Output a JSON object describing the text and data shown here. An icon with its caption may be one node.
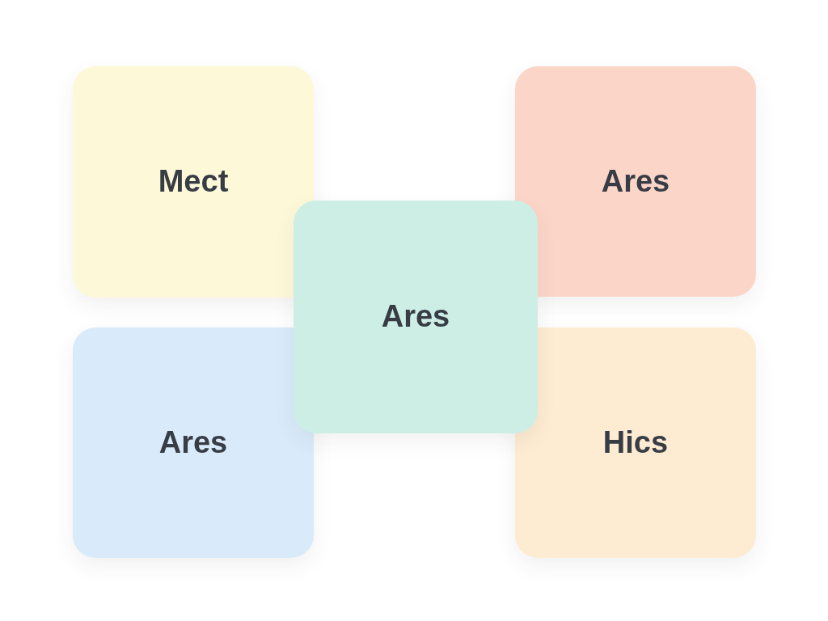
{
  "diagram": {
    "nodes": [
      {
        "text": [
          "Mect"
        ]
      },
      {
        "text": [
          "Ares"
        ]
      },
      {
        "text": [
          "Ares"
        ]
      },
      {
        "text": [
          "Ares"
        ]
      },
      {
        "text": [
          "Hics"
        ]
      }
    ]
  }
}
